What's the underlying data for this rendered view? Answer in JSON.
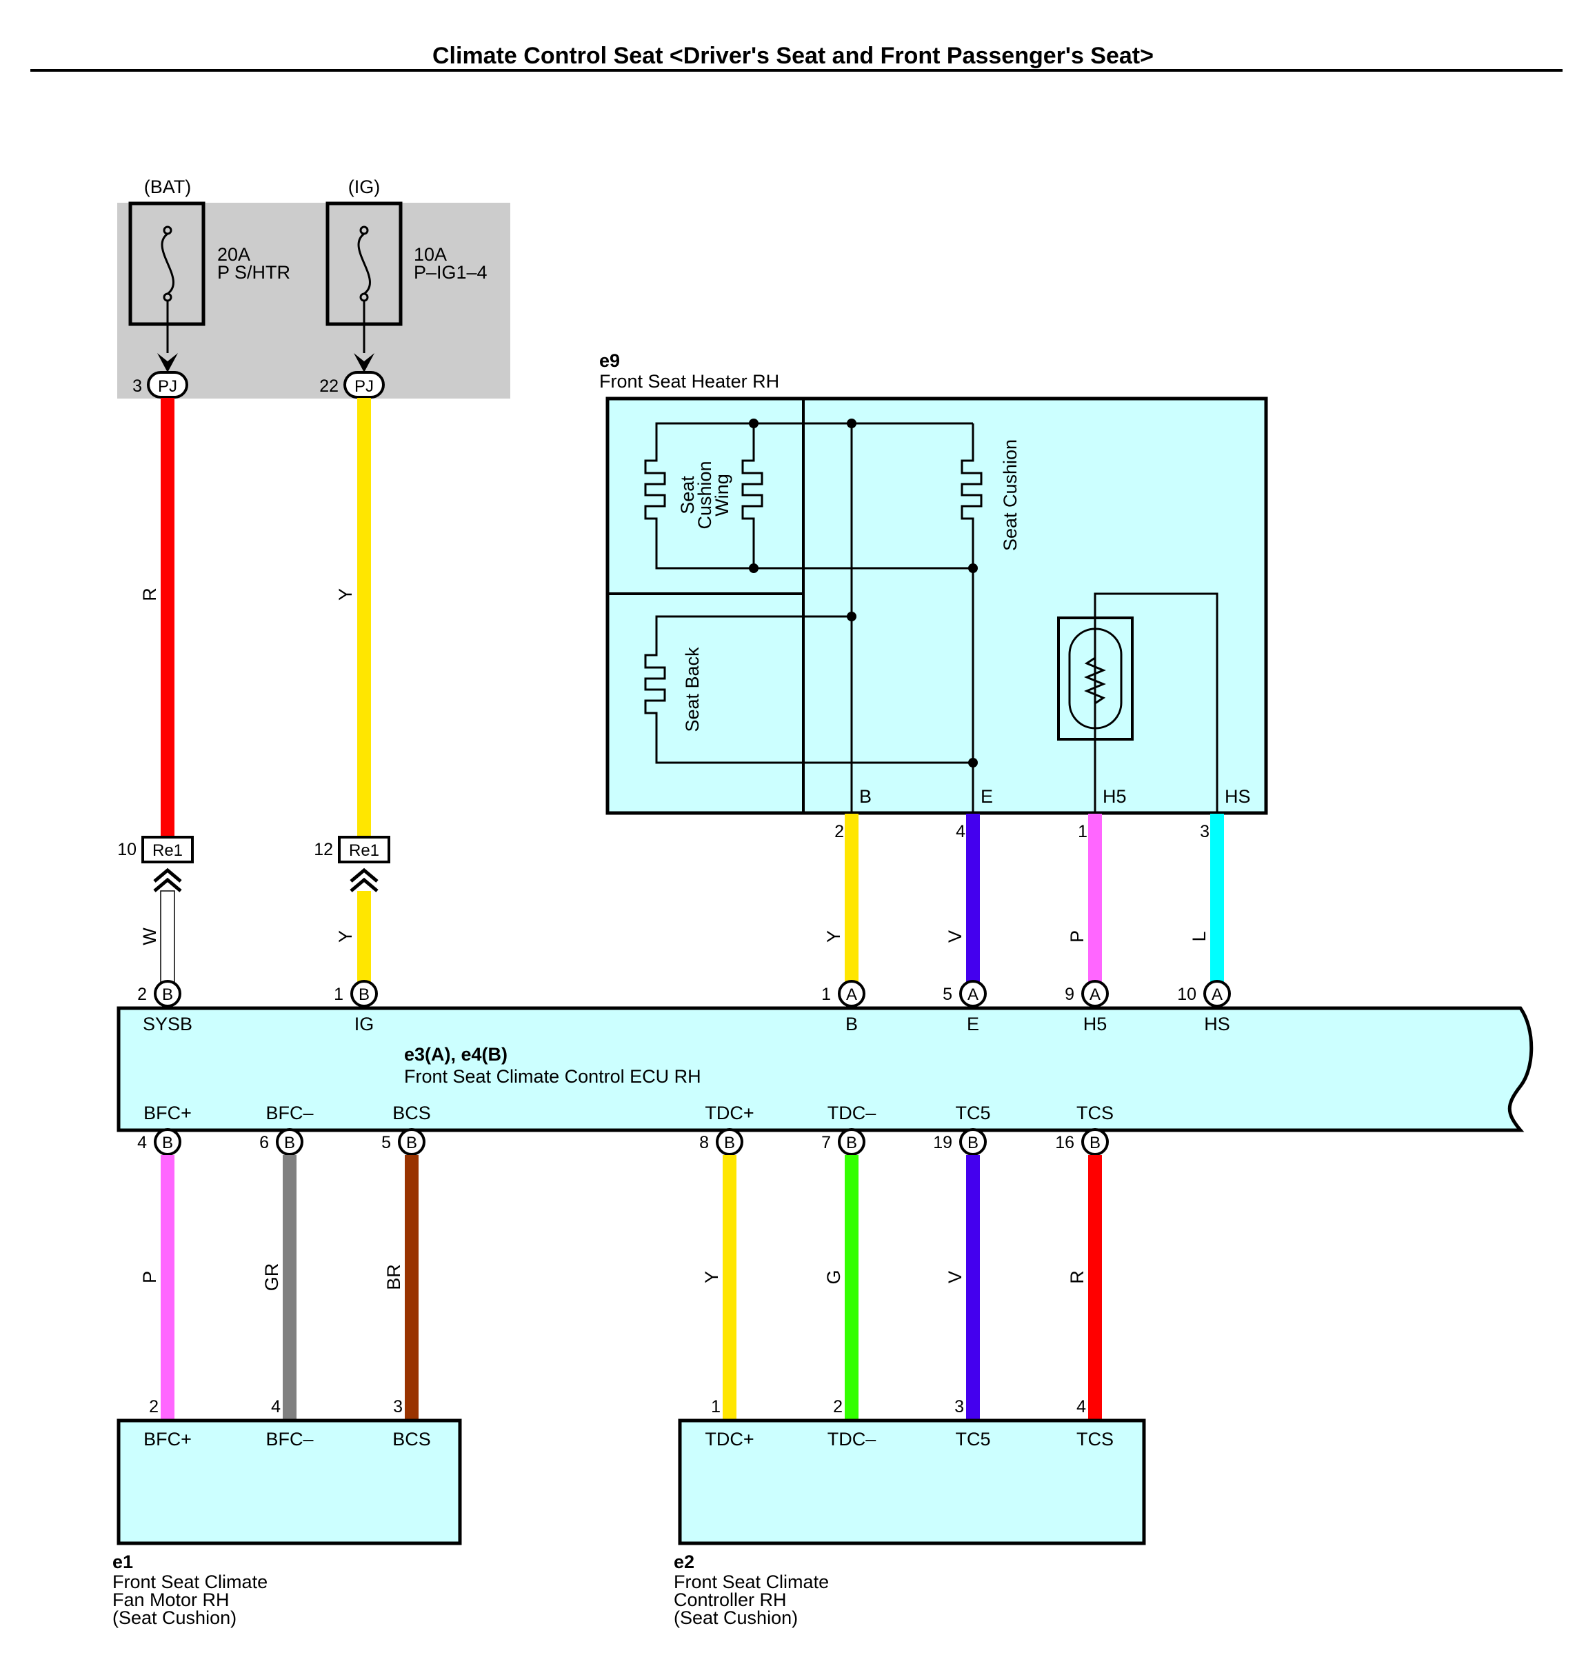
{
  "title": "Climate Control Seat <Driver's Seat and Front Passenger's Seat>",
  "colors": {
    "box_fill": "#ccffff",
    "fuse_area_fill": "#cccccc",
    "R": "#ff0000",
    "Y": "#ffe600",
    "W": "#ffffff",
    "P": "#ff66ff",
    "V": "#4400ee",
    "L": "#00ffff",
    "GR": "#808080",
    "BR": "#993300",
    "G": "#33ff00"
  },
  "fuses": [
    {
      "source": "(BAT)",
      "amps": "20A",
      "name": "P S/HTR",
      "pin": "3",
      "connector": "PJ"
    },
    {
      "source": "(IG)",
      "amps": "10A",
      "name": "P–IG1–4",
      "pin": "22",
      "connector": "PJ"
    }
  ],
  "heater": {
    "code": "e9",
    "name": "Front Seat Heater RH",
    "elements": {
      "wing": "Seat\nCushion\nWing",
      "cushion": "Seat Cushion",
      "back": "Seat Back"
    },
    "terminals": [
      "B",
      "E",
      "H5",
      "HS"
    ],
    "pins": [
      "2",
      "4",
      "1",
      "3"
    ]
  },
  "ecu": {
    "code": "e3(A), e4(B)",
    "name": "Front Seat Climate Control ECU RH",
    "top_terminals": [
      {
        "name": "SYSB",
        "pin": "2",
        "conn": "B"
      },
      {
        "name": "IG",
        "pin": "1",
        "conn": "B"
      },
      {
        "name": "B",
        "pin": "1",
        "conn": "A"
      },
      {
        "name": "E",
        "pin": "5",
        "conn": "A"
      },
      {
        "name": "H5",
        "pin": "9",
        "conn": "A"
      },
      {
        "name": "HS",
        "pin": "10",
        "conn": "A"
      }
    ],
    "bottom_terminals": [
      {
        "name": "BFC+",
        "pin": "4",
        "conn": "B"
      },
      {
        "name": "BFC–",
        "pin": "6",
        "conn": "B"
      },
      {
        "name": "BCS",
        "pin": "5",
        "conn": "B"
      },
      {
        "name": "TDC+",
        "pin": "8",
        "conn": "B"
      },
      {
        "name": "TDC–",
        "pin": "7",
        "conn": "B"
      },
      {
        "name": "TC5",
        "pin": "19",
        "conn": "B"
      },
      {
        "name": "TCS",
        "pin": "16",
        "conn": "B"
      }
    ]
  },
  "relay_connectors": [
    {
      "pin": "10",
      "label": "Re1"
    },
    {
      "pin": "12",
      "label": "Re1"
    }
  ],
  "wires": {
    "fuse1": "R",
    "fuse2": "Y",
    "sysb": "W",
    "ig": "Y",
    "heater_b": "Y",
    "heater_e": "V",
    "heater_h5": "P",
    "heater_hs": "L",
    "bfc_plus": "P",
    "bfc_minus": "GR",
    "bcs": "BR",
    "tdc_plus": "Y",
    "tdc_minus": "G",
    "tc5": "V",
    "tcs": "R"
  },
  "fan_motor": {
    "code": "e1",
    "name_lines": [
      "Front Seat Climate",
      "Fan Motor RH",
      "(Seat Cushion)"
    ],
    "terminals": [
      "BFC+",
      "BFC–",
      "BCS"
    ],
    "pins": [
      "2",
      "4",
      "3"
    ]
  },
  "controller": {
    "code": "e2",
    "name_lines": [
      "Front Seat Climate",
      "Controller RH",
      "(Seat Cushion)"
    ],
    "terminals": [
      "TDC+",
      "TDC–",
      "TC5",
      "TCS"
    ],
    "pins": [
      "1",
      "2",
      "3",
      "4"
    ]
  }
}
